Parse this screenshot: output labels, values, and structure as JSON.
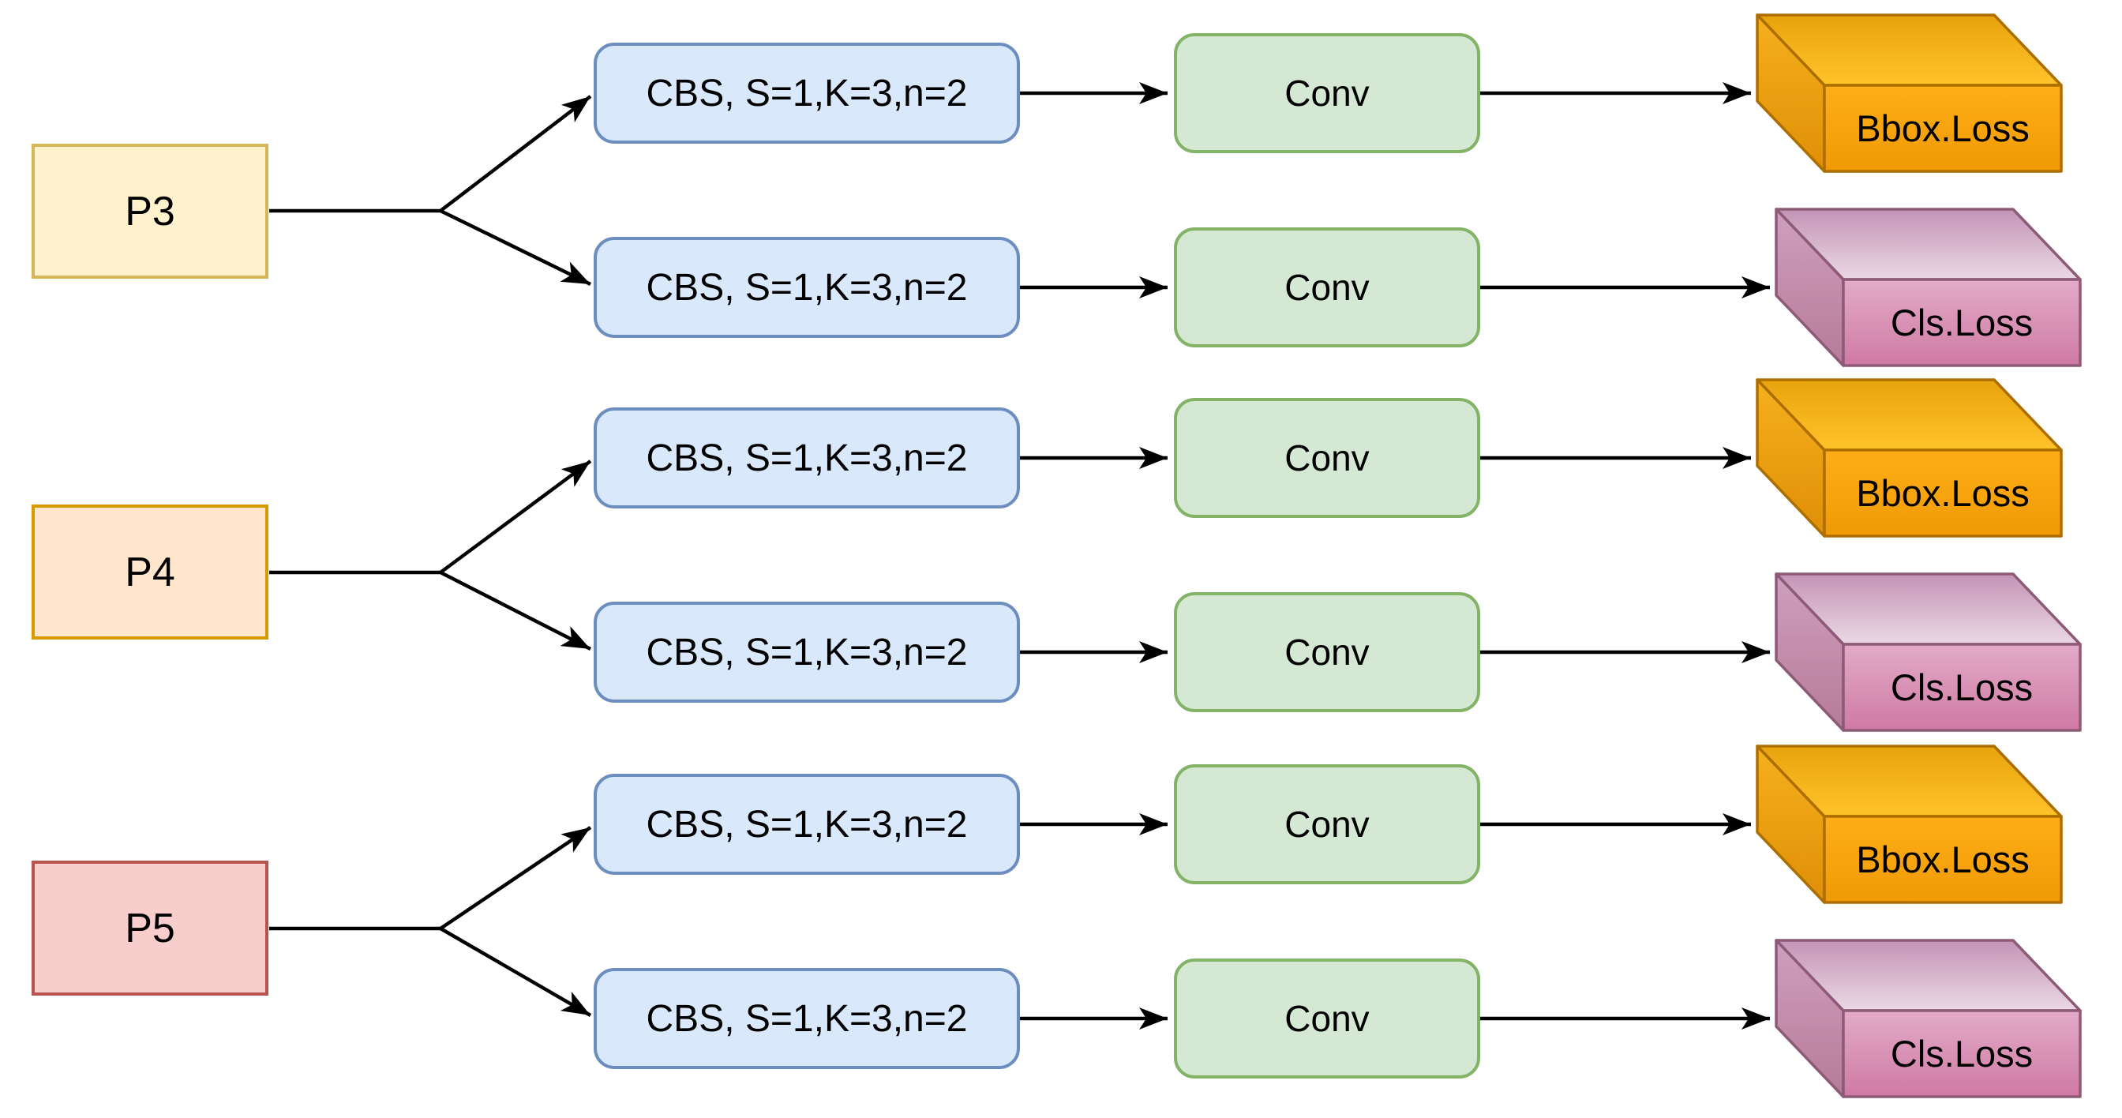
{
  "diagram": {
    "type": "detection-head-flowchart",
    "groups": [
      {
        "label": "P3",
        "branches": [
          {
            "block": "CBS, S=1,K=3,n=2",
            "head": "Conv",
            "loss": "Bbox.Loss",
            "loss_type": "bbox"
          },
          {
            "block": "CBS, S=1,K=3,n=2",
            "head": "Conv",
            "loss": "Cls.Loss",
            "loss_type": "cls"
          }
        ]
      },
      {
        "label": "P4",
        "branches": [
          {
            "block": "CBS, S=1,K=3,n=2",
            "head": "Conv",
            "loss": "Bbox.Loss",
            "loss_type": "bbox"
          },
          {
            "block": "CBS, S=1,K=3,n=2",
            "head": "Conv",
            "loss": "Cls.Loss",
            "loss_type": "cls"
          }
        ]
      },
      {
        "label": "P5",
        "branches": [
          {
            "block": "CBS, S=1,K=3,n=2",
            "head": "Conv",
            "loss": "Bbox.Loss",
            "loss_type": "bbox"
          },
          {
            "block": "CBS, S=1,K=3,n=2",
            "head": "Conv",
            "loss": "Cls.Loss",
            "loss_type": "cls"
          }
        ]
      }
    ],
    "colors": {
      "p3_fill": "#fff2cc",
      "p3_border": "#d6b656",
      "p4_fill": "#ffe6cc",
      "p4_border": "#d79b00",
      "p5_fill": "#f8cecc",
      "p5_border": "#b85450",
      "cbs_fill": "#dae8fc",
      "cbs_border": "#6c8ebf",
      "conv_fill": "#d5e8d4",
      "conv_border": "#82b366",
      "bbox_loss_fill": "#f9a607",
      "bbox_loss_border": "#ad6e00",
      "cls_loss_fill": "#d98cb3",
      "cls_loss_border": "#8d5a77",
      "arrow": "#000000",
      "background": "#ffffff",
      "text": "#000000"
    }
  }
}
